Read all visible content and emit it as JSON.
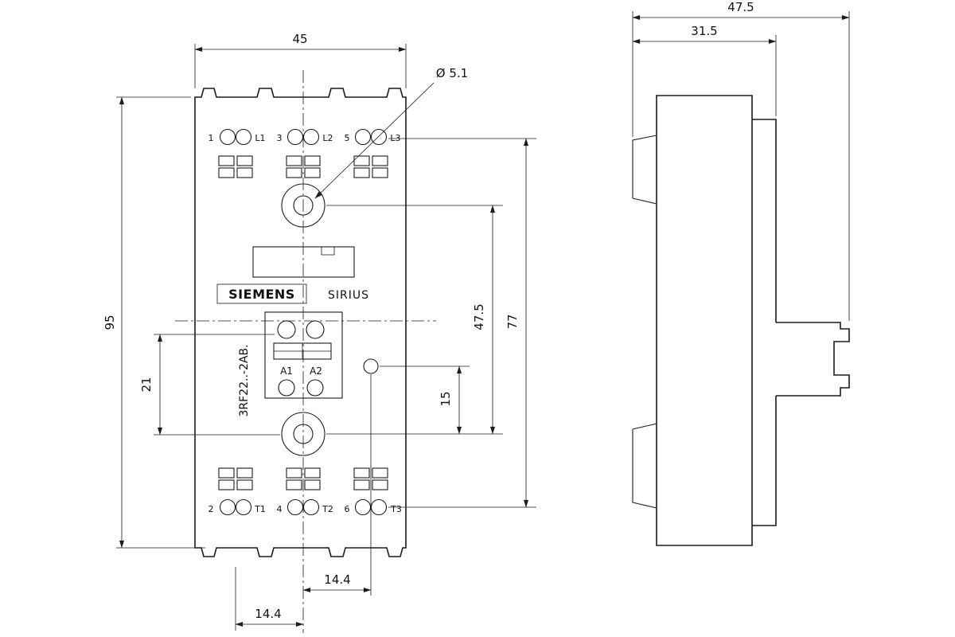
{
  "front_view": {
    "brand": "SIEMENS",
    "series": "SIRIUS",
    "model": "3RF22..-2AB.",
    "top_terminals": [
      "1",
      "L1",
      "3",
      "L2",
      "5",
      "L3"
    ],
    "bottom_terminals": [
      "2",
      "T1",
      "4",
      "T2",
      "6",
      "T3"
    ],
    "control_terminals": [
      "A1",
      "A2"
    ]
  },
  "dimensions": {
    "width": "45",
    "height": "95",
    "mounting_hole_diameter": "Ø 5.1",
    "mounting_hole_pitch": "47.5",
    "terminal_span": "77",
    "control_offset": "21",
    "aux_offset": "15",
    "pole_pitch_right": "14.4",
    "pole_pitch_left": "14.4",
    "depth_overall": "47.5",
    "depth_body": "31.5"
  },
  "line_color": "#1c1c1c"
}
